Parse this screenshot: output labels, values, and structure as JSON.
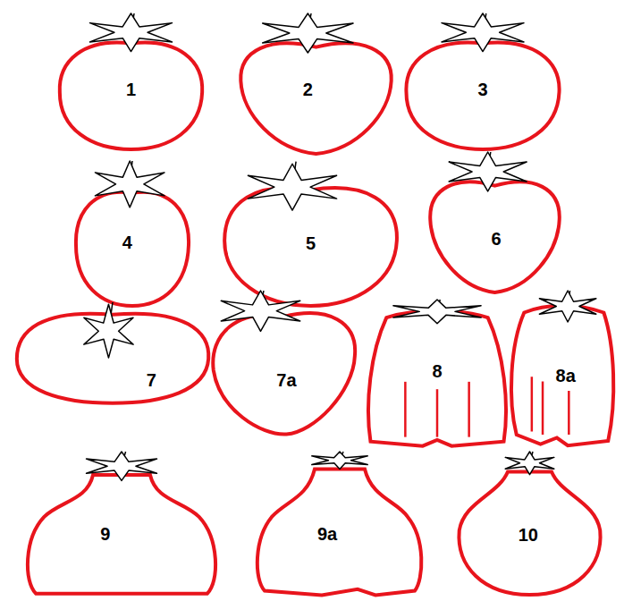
{
  "diagram": {
    "nodes": [
      {
        "text": [
          "1"
        ]
      },
      {
        "text": [
          "2"
        ]
      },
      {
        "text": [
          "3"
        ]
      },
      {
        "text": [
          "4"
        ]
      },
      {
        "text": [
          "5"
        ]
      },
      {
        "text": [
          "6"
        ]
      },
      {
        "text": [
          "7"
        ]
      },
      {
        "text": [
          "7a"
        ]
      },
      {
        "text": [
          "8"
        ]
      },
      {
        "text": [
          "8a"
        ]
      },
      {
        "text": [
          "9"
        ]
      },
      {
        "text": [
          "9a"
        ]
      },
      {
        "text": [
          "10"
        ]
      }
    ]
  }
}
